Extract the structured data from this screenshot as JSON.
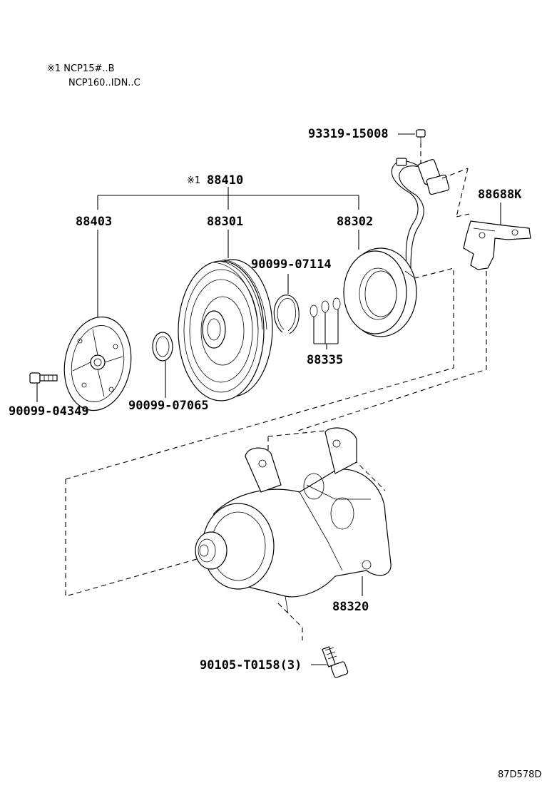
{
  "notes": {
    "line1": "※1 NCP15#..B",
    "line2": "NCP160..IDN..C"
  },
  "parts": {
    "p93319": "93319-15008",
    "p88410_mark": "※1",
    "p88410": "88410",
    "p88688K": "88688K",
    "p88403": "88403",
    "p88301": "88301",
    "p88302": "88302",
    "p90099_07114": "90099-07114",
    "p88335": "88335",
    "p90099_04349": "90099-04349",
    "p90099_07065": "90099-07065",
    "p88320": "88320",
    "p90105": "90105-T0158(3)"
  },
  "reference": "87D578D"
}
